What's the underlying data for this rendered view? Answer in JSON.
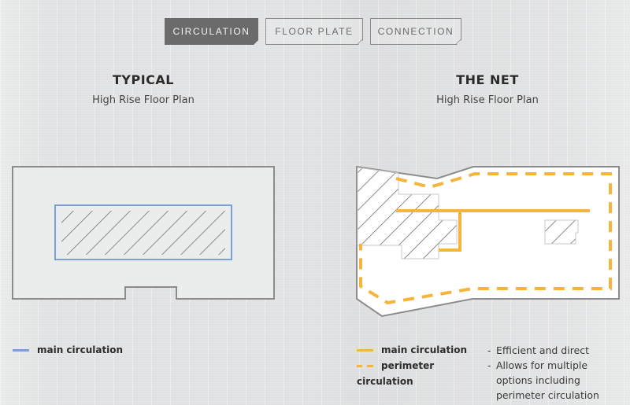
{
  "tabs": [
    {
      "label": "CIRCULATION",
      "active": true
    },
    {
      "label": "FLOOR PLATE",
      "active": false
    },
    {
      "label": "CONNECTION",
      "active": false
    }
  ],
  "left_panel": {
    "title": "TYPICAL",
    "subtitle": "High Rise Floor Plan",
    "legend": [
      {
        "icon": "solid-line-icon",
        "color": "#7c9fd6",
        "label": "main circulation"
      }
    ]
  },
  "right_panel": {
    "title": "THE NET",
    "subtitle": "High Rise Floor Plan",
    "legend": [
      {
        "icon": "solid-line-icon",
        "color": "#f5b43c",
        "label": "main circulation"
      },
      {
        "icon": "dashed-line-icon",
        "color": "#f5b43c",
        "label": "perimeter",
        "label_cont": "circulation"
      }
    ],
    "notes": [
      {
        "bullet": "-",
        "lines": [
          "Efficient and direct"
        ]
      },
      {
        "bullet": "-",
        "lines": [
          "Allows for multiple",
          "options including",
          "perimeter circulation"
        ]
      }
    ]
  },
  "colors": {
    "outline": "#8c8c8c",
    "hatch": "#8a8a8a",
    "typical_circulation": "#7c9fd6",
    "net_circulation": "#f5b43c",
    "active_tab": "#6b6b6b"
  }
}
